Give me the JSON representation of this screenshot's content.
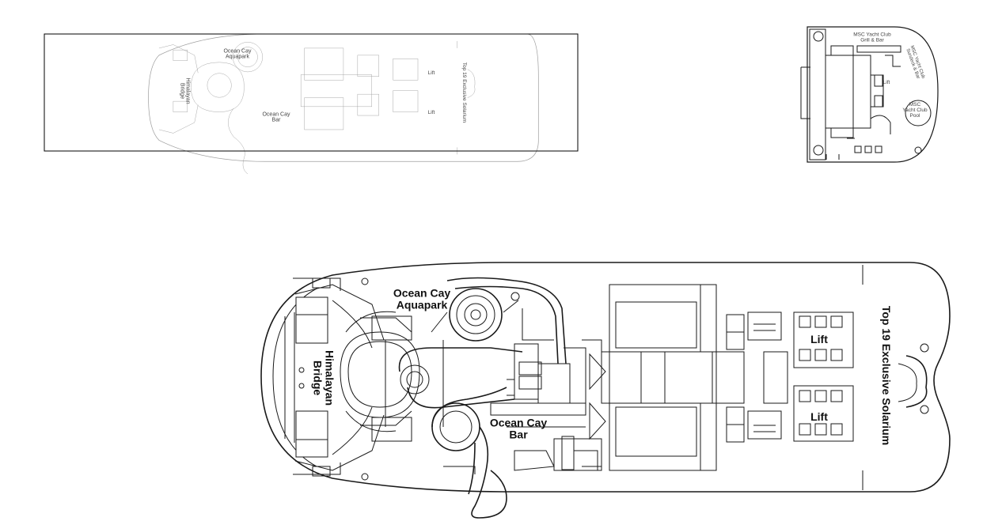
{
  "map": {
    "overview_thumbnail": {
      "labels": {
        "aquapark": "Ocean Cay\nAquapark",
        "bridge": "Himalayan\nBridge",
        "bar": "Ocean Cay\nBar",
        "lift_upper": "Lift",
        "lift_lower": "Lift",
        "solarium": "Top 19 Exclusive Solarium"
      }
    },
    "forward_thumbnail": {
      "labels": {
        "grill": "MSC Yacht Club\nGrill & Bar",
        "sundeck": "MSC Yacht Club\nSundeck & Bar",
        "lift": "Lift",
        "pool": "MSC\nYacht Club\nPool"
      }
    },
    "main_plan": {
      "labels": {
        "aquapark": "Ocean Cay\nAquapark",
        "bridge": "Himalayan\nBridge",
        "bar": "Ocean Cay\nBar",
        "lift_upper": "Lift",
        "lift_lower": "Lift",
        "solarium": "Top 19 Exclusive Solarium"
      }
    }
  },
  "colors": {
    "line": "#1a1a1a",
    "thumb_line": "#9a9a9a",
    "frame": "#000000"
  }
}
